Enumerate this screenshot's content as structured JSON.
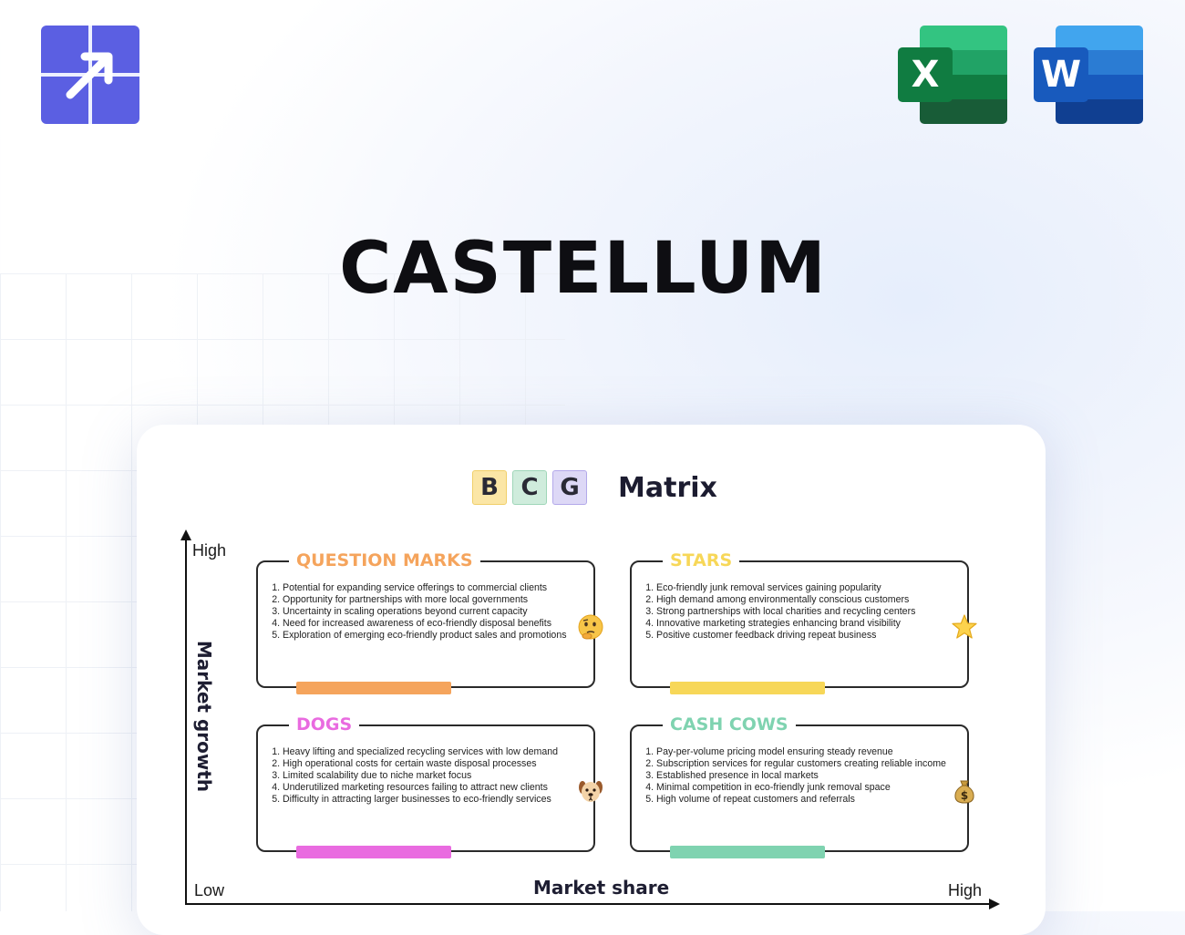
{
  "brand": {
    "name": "CASTELLUM"
  },
  "apps": [
    {
      "name": "excel-icon",
      "letter": "X"
    },
    {
      "name": "word-icon",
      "letter": "W"
    }
  ],
  "matrix": {
    "tiles": [
      "B",
      "C",
      "G"
    ],
    "title": "Matrix",
    "axis": {
      "y_high": "High",
      "y_label": "Market growth",
      "x_low": "Low",
      "x_label": "Market share",
      "x_high": "High"
    },
    "quadrants": {
      "question_marks": {
        "title": "QUESTION MARKS",
        "items": [
          "Potential for expanding service offerings to commercial clients",
          "Opportunity for partnerships with more local governments",
          "Uncertainty in scaling operations beyond current capacity",
          "Need for increased awareness of eco-friendly disposal benefits",
          "Exploration of emerging eco-friendly product sales and promotions"
        ],
        "icon": "thinking-face-icon",
        "color": "#f5a45c"
      },
      "stars": {
        "title": "STARS",
        "items": [
          "Eco-friendly junk removal services gaining popularity",
          "High demand among environmentally conscious customers",
          "Strong partnerships with local charities and recycling centers",
          "Innovative marketing strategies enhancing brand visibility",
          "Positive customer feedback driving repeat business"
        ],
        "icon": "star-icon",
        "color": "#f7d758"
      },
      "dogs": {
        "title": "DOGS",
        "items": [
          "Heavy lifting and specialized recycling services with low demand",
          "High operational costs for certain waste disposal processes",
          "Limited scalability due to niche market focus",
          "Underutilized marketing resources failing to attract new clients",
          "Difficulty in attracting larger businesses to eco-friendly services"
        ],
        "icon": "dog-face-icon",
        "color": "#e96be0"
      },
      "cash_cows": {
        "title": "CASH COWS",
        "items": [
          "Pay-per-volume pricing model ensuring steady revenue",
          "Subscription services for regular customers creating reliable income",
          "Established presence in local markets",
          "Minimal competition in eco-friendly junk removal space",
          "High volume of repeat customers and referrals"
        ],
        "icon": "money-bag-icon",
        "color": "#7fd3b0"
      }
    }
  }
}
